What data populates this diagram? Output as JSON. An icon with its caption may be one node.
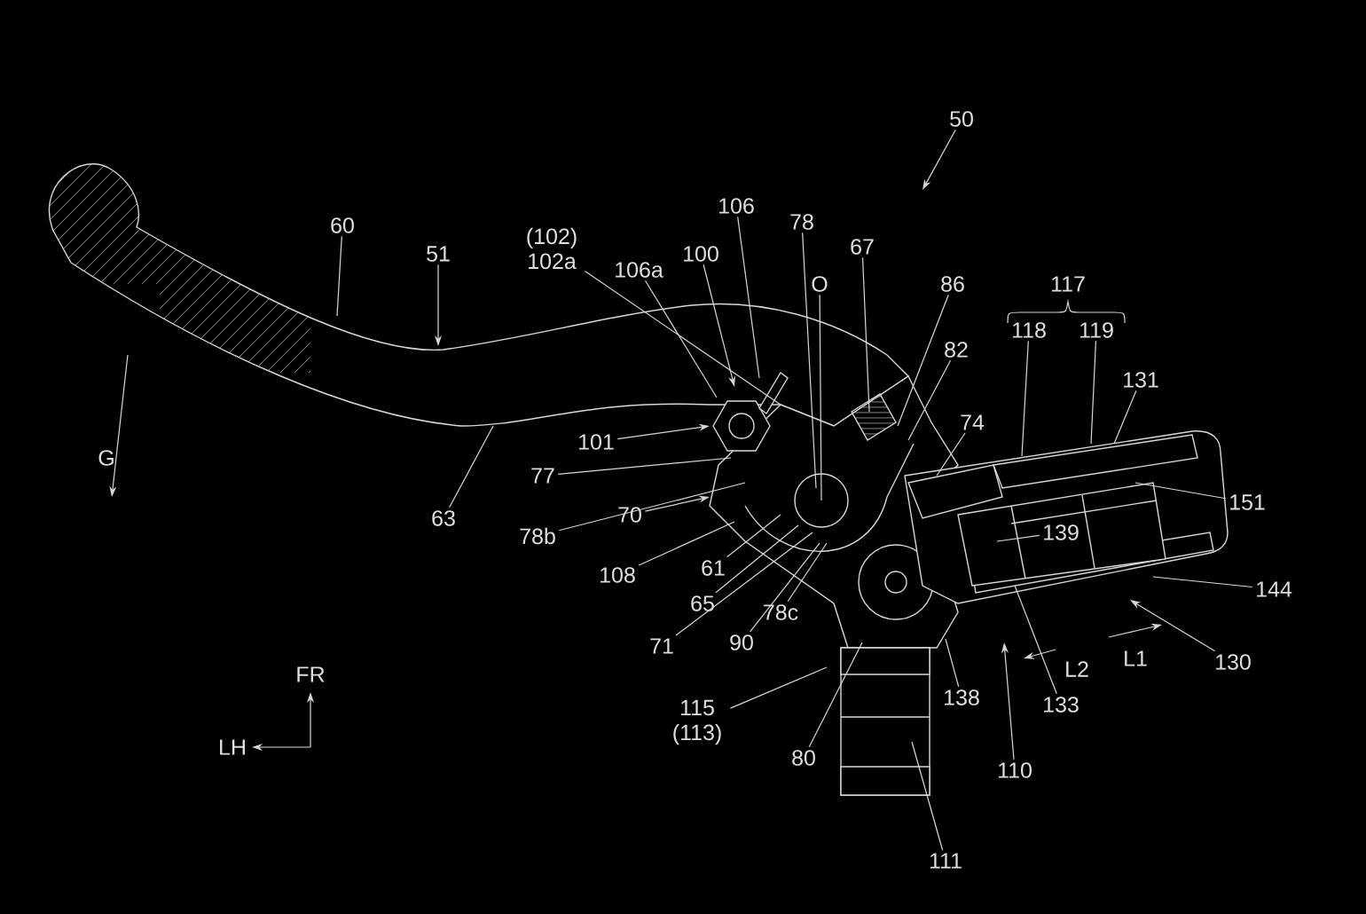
{
  "diagram": {
    "nodes": [
      {
        "text": [
          "50"
        ]
      },
      {
        "text": [
          "60"
        ]
      },
      {
        "text": [
          "51"
        ]
      },
      {
        "text": [
          "(102) 102a"
        ]
      },
      {
        "text": [
          "106a"
        ]
      },
      {
        "text": [
          "100"
        ]
      },
      {
        "text": [
          "106"
        ]
      },
      {
        "text": [
          "78"
        ]
      },
      {
        "text": [
          "O"
        ]
      },
      {
        "text": [
          "67"
        ]
      },
      {
        "text": [
          "86"
        ]
      },
      {
        "text": [
          "82"
        ]
      },
      {
        "text": [
          "74"
        ]
      },
      {
        "text": [
          "118"
        ]
      },
      {
        "text": [
          "119"
        ]
      },
      {
        "text": [
          "131"
        ]
      },
      {
        "text": [
          "101"
        ]
      },
      {
        "text": [
          "77"
        ]
      },
      {
        "text": [
          "63"
        ]
      },
      {
        "text": [
          "151"
        ]
      },
      {
        "text": [
          "70"
        ]
      },
      {
        "text": [
          "78b"
        ]
      },
      {
        "text": [
          "139"
        ]
      },
      {
        "text": [
          "61"
        ]
      },
      {
        "text": [
          "108"
        ]
      },
      {
        "text": [
          "144"
        ]
      },
      {
        "text": [
          "65"
        ]
      },
      {
        "text": [
          "71"
        ]
      },
      {
        "text": [
          "90"
        ]
      },
      {
        "text": [
          "78c"
        ]
      },
      {
        "text": [
          "130"
        ]
      },
      {
        "text": [
          "138"
        ]
      },
      {
        "text": [
          "133"
        ]
      },
      {
        "text": [
          "115 (113)"
        ]
      },
      {
        "text": [
          "80"
        ]
      },
      {
        "text": [
          "110"
        ]
      },
      {
        "text": [
          "111"
        ]
      }
    ],
    "edges": [
      {
        "from": 0,
        "to": null,
        "arrow": "to"
      },
      {
        "from": 1,
        "to": null,
        "arrow": "none"
      },
      {
        "from": 2,
        "to": null,
        "arrow": "to"
      },
      {
        "from": 3,
        "to": null,
        "arrow": "none"
      },
      {
        "from": 4,
        "to": null,
        "arrow": "none"
      },
      {
        "from": 5,
        "to": null,
        "arrow": "to"
      },
      {
        "from": 6,
        "to": null,
        "arrow": "none"
      },
      {
        "from": 7,
        "to": null,
        "arrow": "none"
      },
      {
        "from": 8,
        "to": null,
        "arrow": "none"
      },
      {
        "from": 9,
        "to": null,
        "arrow": "none"
      },
      {
        "from": 10,
        "to": null,
        "arrow": "none"
      },
      {
        "from": 11,
        "to": null,
        "arrow": "none"
      },
      {
        "from": 12,
        "to": null,
        "arrow": "none"
      },
      {
        "from": 13,
        "to": null,
        "arrow": "none"
      },
      {
        "from": 14,
        "to": null,
        "arrow": "none"
      },
      {
        "from": 15,
        "to": null,
        "arrow": "none"
      },
      {
        "from": 16,
        "to": null,
        "arrow": "to"
      },
      {
        "from": 17,
        "to": null,
        "arrow": "none"
      },
      {
        "from": 18,
        "to": null,
        "arrow": "none"
      },
      {
        "from": 19,
        "to": null,
        "arrow": "none"
      },
      {
        "from": 20,
        "to": null,
        "arrow": "to"
      },
      {
        "from": 21,
        "to": null,
        "arrow": "none"
      },
      {
        "from": 22,
        "to": null,
        "arrow": "none"
      },
      {
        "from": 23,
        "to": null,
        "arrow": "none"
      },
      {
        "from": 24,
        "to": null,
        "arrow": "none"
      },
      {
        "from": 25,
        "to": null,
        "arrow": "none"
      },
      {
        "from": 26,
        "to": null,
        "arrow": "none"
      },
      {
        "from": 27,
        "to": null,
        "arrow": "none"
      },
      {
        "from": 28,
        "to": null,
        "arrow": "none"
      },
      {
        "from": 29,
        "to": null,
        "arrow": "none"
      },
      {
        "from": 30,
        "to": null,
        "arrow": "to"
      },
      {
        "from": 31,
        "to": null,
        "arrow": "none"
      },
      {
        "from": 32,
        "to": null,
        "arrow": "none"
      },
      {
        "from": 33,
        "to": null,
        "arrow": "none"
      },
      {
        "from": 34,
        "to": null,
        "arrow": "none"
      },
      {
        "from": 35,
        "to": null,
        "arrow": "to"
      },
      {
        "from": 36,
        "to": null,
        "arrow": "none"
      }
    ],
    "labels": [
      "117",
      "G",
      "L2",
      "L1",
      "FR",
      "LH"
    ]
  }
}
